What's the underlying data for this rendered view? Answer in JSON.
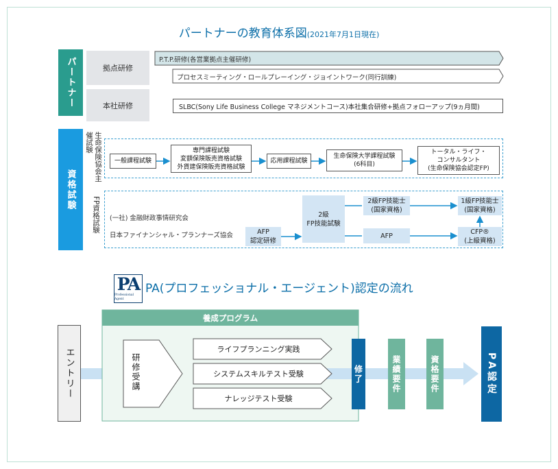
{
  "title": {
    "main": "パートナーの教育体系図",
    "date": "(2021年7月1日現在)"
  },
  "partner": {
    "tab_label": "パートナー",
    "categories": [
      "拠点研修",
      "本社研修"
    ],
    "bars": [
      "P.T.P.研修(各営業拠点主催研修)",
      "プロセスミーティング・ロールプレーイング・ジョイントワーク(同行訓練)",
      "SLBC(Sony Life Business College マネジメントコース)本社集合研修+拠点フォローアップ(9ヵ月間)"
    ]
  },
  "qualification": {
    "tab_label": "資格試験",
    "group1": {
      "label": "生命保険協会主催試験",
      "steps": [
        [
          "一般課程試験"
        ],
        [
          "専門課程試験",
          "変額保険販売資格試験",
          "外貨建保険販売資格試験"
        ],
        [
          "応用課程試験"
        ],
        [
          "生命保険大学課程試験",
          "(6科目)"
        ],
        [
          "トータル・ライフ・",
          "コンサルタント",
          "(生命保険協会認定FP)"
        ]
      ]
    },
    "group2": {
      "label": "FP資格試験",
      "orgs": [
        "(一社) 金融財政事情研究会",
        "日本ファイナンシャル・プランナーズ協会"
      ],
      "afp_training": [
        "AFP",
        "認定研修"
      ],
      "level2": [
        "2級",
        "FP技能試験"
      ],
      "level2_cert": [
        "2級FP技能士",
        "(国家資格)"
      ],
      "afp": "AFP",
      "level1_cert": [
        "1級FP技能士",
        "(国家資格)"
      ],
      "cfp": [
        "CFP®",
        "(上級資格)"
      ]
    }
  },
  "pa": {
    "logo_letters": "PA",
    "logo_sub": "Professional Agent",
    "title": "PA(プロフェッショナル・エージェント)認定の流れ",
    "entry": "エントリー",
    "program_header": "養成プログラム",
    "training": "研修受講",
    "tasks": [
      "ライフプランニング実践",
      "システムスキルテスト受験",
      "ナレッジテスト受験"
    ],
    "complete": "修了",
    "requirements": [
      "業績要件",
      "資格要件"
    ],
    "certified": "PA認定"
  },
  "colors": {
    "teal": "#2a9c8e",
    "blue": "#1a9be0",
    "navy": "#0d67a3",
    "green_block": "#6fb59d",
    "arrow_blue": "#3b9fd0"
  }
}
